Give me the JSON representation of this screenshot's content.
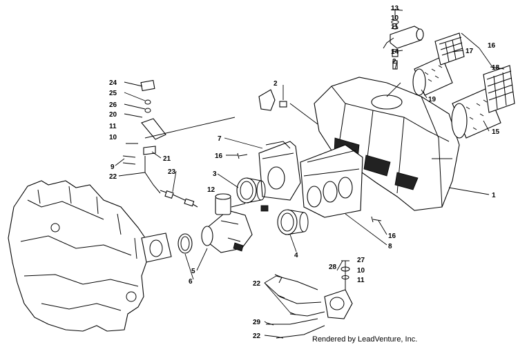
{
  "diagram": {
    "credit": "Rendered by LeadVenture, Inc.",
    "callouts": [
      {
        "id": "c1",
        "text": "1"
      },
      {
        "id": "c2a",
        "text": "2"
      },
      {
        "id": "c2b",
        "text": "2"
      },
      {
        "id": "c3",
        "text": "3"
      },
      {
        "id": "c4",
        "text": "4"
      },
      {
        "id": "c5",
        "text": "5"
      },
      {
        "id": "c6",
        "text": "6"
      },
      {
        "id": "c7",
        "text": "7"
      },
      {
        "id": "c8",
        "text": "8"
      },
      {
        "id": "c9",
        "text": "9"
      },
      {
        "id": "c10a",
        "text": "10"
      },
      {
        "id": "c10b",
        "text": "10"
      },
      {
        "id": "c10c",
        "text": "10"
      },
      {
        "id": "c11a",
        "text": "11"
      },
      {
        "id": "c11b",
        "text": "11"
      },
      {
        "id": "c11c",
        "text": "11"
      },
      {
        "id": "c12",
        "text": "12"
      },
      {
        "id": "c13",
        "text": "13"
      },
      {
        "id": "c14",
        "text": "14"
      },
      {
        "id": "c15",
        "text": "15"
      },
      {
        "id": "c16a",
        "text": "16"
      },
      {
        "id": "c16b",
        "text": "16"
      },
      {
        "id": "c16c",
        "text": "16"
      },
      {
        "id": "c17",
        "text": "17"
      },
      {
        "id": "c18",
        "text": "18"
      },
      {
        "id": "c19",
        "text": "19"
      },
      {
        "id": "c20",
        "text": "20"
      },
      {
        "id": "c21",
        "text": "21"
      },
      {
        "id": "c22a",
        "text": "22"
      },
      {
        "id": "c22b",
        "text": "22"
      },
      {
        "id": "c22c",
        "text": "22"
      },
      {
        "id": "c23",
        "text": "23"
      },
      {
        "id": "c24",
        "text": "24"
      },
      {
        "id": "c25",
        "text": "25"
      },
      {
        "id": "c26",
        "text": "26"
      },
      {
        "id": "c27",
        "text": "27"
      },
      {
        "id": "c28",
        "text": "28"
      },
      {
        "id": "c29",
        "text": "29"
      }
    ]
  }
}
